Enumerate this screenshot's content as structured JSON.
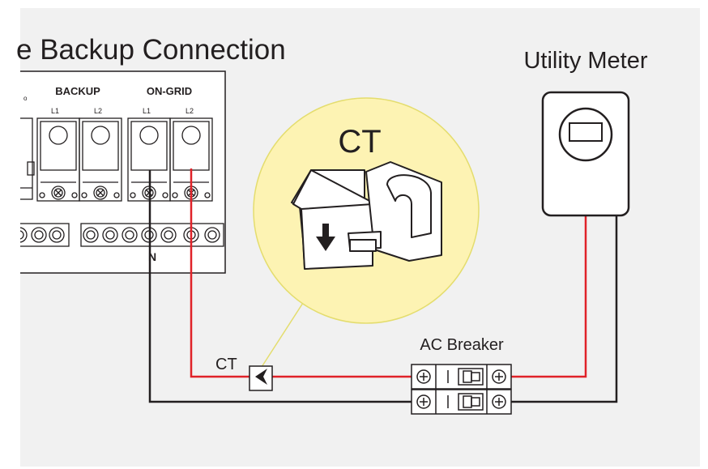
{
  "title": "e Backup Connection",
  "inverter": {
    "backup_label": "BACKUP",
    "ongrid_label": "ON-GRID",
    "terminal_labels": [
      "L1",
      "L2",
      "L1",
      "L2"
    ],
    "neutral_label": "N",
    "edge_label": "o"
  },
  "ct_zoom": {
    "title": "CT"
  },
  "ct_label": "CT",
  "meter": {
    "title": "Utility Meter"
  },
  "breaker": {
    "title": "AC Breaker"
  },
  "colors": {
    "live_wire": "#e02229",
    "neutral_wire": "#231f20",
    "zoom_fill": "#fdf3b3",
    "zoom_stroke": "#e4dd6e",
    "background": "#f1f1f1"
  },
  "icons": [
    "ct-clamp-icon",
    "arrow-down-icon",
    "screw-terminal-icon",
    "breaker-switch-icon",
    "plus-terminal-icon"
  ]
}
